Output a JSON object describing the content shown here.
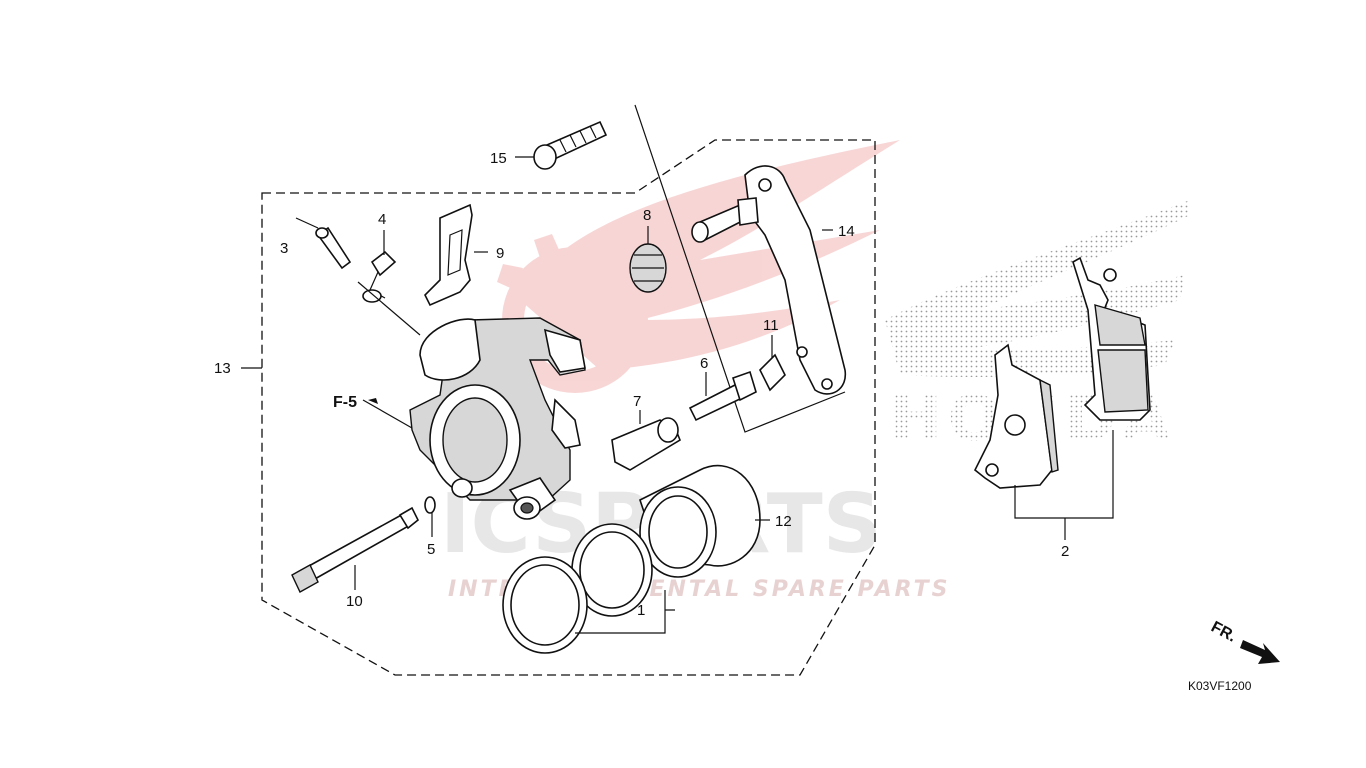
{
  "diagram": {
    "reference_code": "K03VF1200",
    "front_indicator": "FR.",
    "cross_reference": "F-5",
    "callouts": [
      "1",
      "2",
      "3",
      "4",
      "5",
      "6",
      "7",
      "8",
      "9",
      "10",
      "11",
      "12",
      "13",
      "14",
      "15"
    ]
  },
  "watermark": {
    "brand": "ICSPARTS",
    "tagline": "INTERCONTINENTAL SPARE PARTS"
  }
}
